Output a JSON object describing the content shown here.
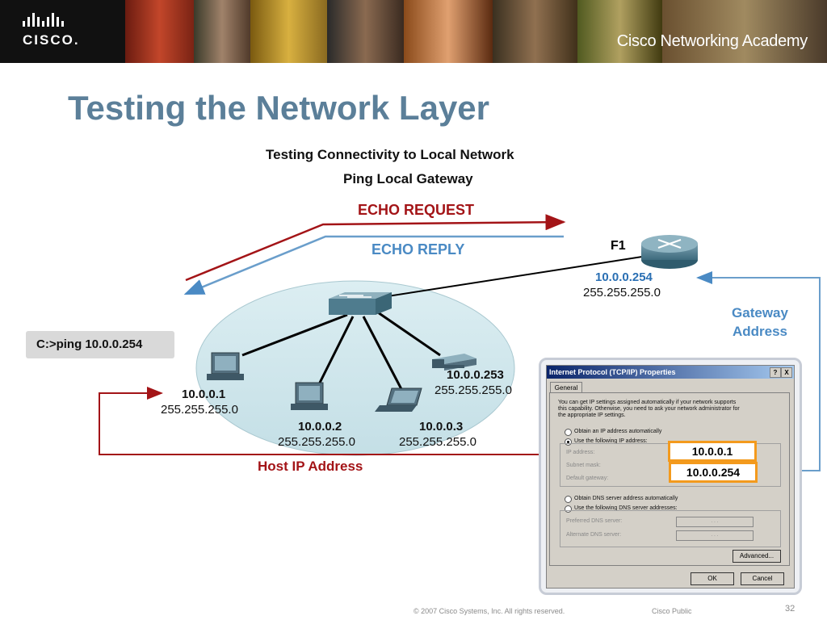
{
  "header": {
    "logo_text": "CISCO.",
    "brand": "Cisco Networking Academy"
  },
  "slide_title": "Testing the Network Layer",
  "diagram": {
    "title_1": "Testing Connectivity to Local Network",
    "title_2": "Ping Local Gateway",
    "echo_request": "ECHO REQUEST",
    "echo_reply": "ECHO REPLY",
    "router": {
      "name": "F1",
      "ip": "10.0.0.254",
      "mask": "255.255.255.0"
    },
    "gateway_label_1": "Gateway",
    "gateway_label_2": "Address",
    "command": "C:>ping 10.0.0.254",
    "host_ip_label": "Host IP Address",
    "hosts": [
      {
        "ip": "10.0.0.1",
        "mask": "255.255.255.0"
      },
      {
        "ip": "10.0.0.2",
        "mask": "255.255.255.0"
      },
      {
        "ip": "10.0.0.3",
        "mask": "255.255.255.0"
      },
      {
        "ip": "10.0.0.253",
        "mask": "255.255.255.0"
      }
    ]
  },
  "dialog": {
    "title": "Internet Protocol (TCP/IP) Properties",
    "help_btn": "?",
    "close_btn": "X",
    "tab": "General",
    "intro_1": "You can get IP settings assigned automatically if your network supports",
    "intro_2": "this capability. Otherwise, you need to ask your network administrator for",
    "intro_3": "the appropriate IP settings.",
    "radio_auto_ip": "Obtain an IP address automatically",
    "radio_manual_ip": "Use the following IP address:",
    "ip_label": "IP address:",
    "mask_label": "Subnet mask:",
    "gw_label": "Default gateway:",
    "ip_value": "10.0.0.1",
    "gw_value": "10.0.0.254",
    "radio_auto_dns": "Obtain DNS server address automatically",
    "radio_manual_dns": "Use the following DNS server addresses:",
    "pref_dns": "Preferred DNS server:",
    "alt_dns": "Alternate DNS server:",
    "field_dots": ".       .       .",
    "advanced_btn": "Advanced...",
    "ok_btn": "OK",
    "cancel_btn": "Cancel"
  },
  "footer": {
    "copyright": "© 2007 Cisco Systems, Inc. All rights reserved.",
    "classification": "Cisco Public",
    "page": "32"
  },
  "colors": {
    "title_blue": "#5b7f99",
    "request_red": "#a31417",
    "reply_blue": "#4a8ac4",
    "highlight_orange": "#f39a1d",
    "lan_fill": "#cfe5ea"
  }
}
